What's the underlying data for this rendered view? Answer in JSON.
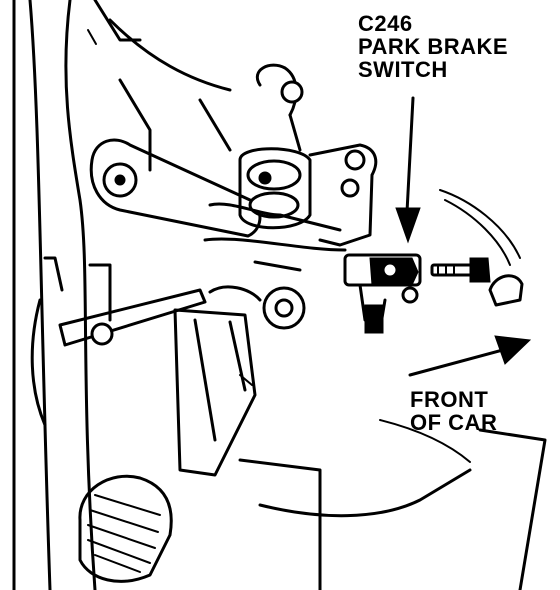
{
  "callouts": {
    "connector_id": "C246",
    "switch_line1": "PARK BRAKE",
    "switch_line2": "SWITCH",
    "front_line1": "FRONT",
    "front_line2": "OF CAR"
  },
  "colors": {
    "ink": "#000000",
    "background": "#ffffff"
  }
}
